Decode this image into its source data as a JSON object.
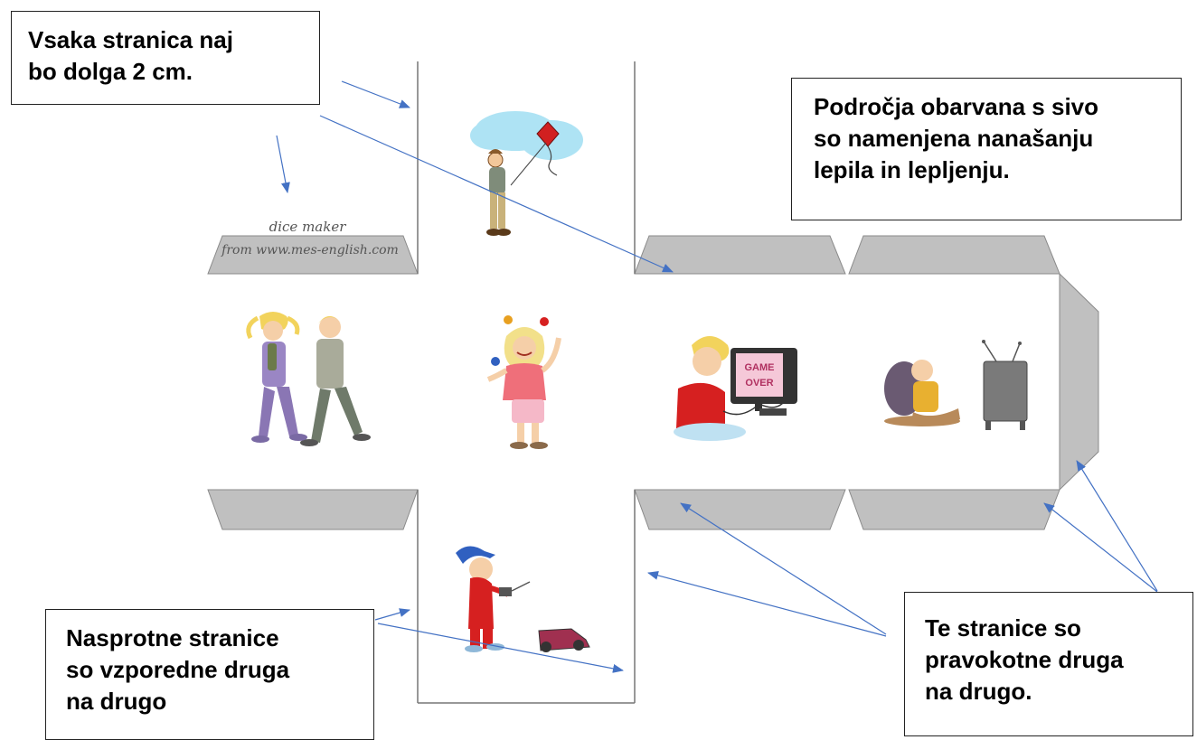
{
  "callouts": {
    "side_length": "Vsaka stranica naj\nbo dolga 2 cm.",
    "glue_areas": "Področja obarvana s sivo\nso namenjena nanašanju\nlepila in lepljenju.",
    "opposite_sides": "Nasprotne stranice\nso vzporedne druga\nna drugo",
    "perpendicular_sides": "Te stranice so\npravokotne druga\nna drugo."
  },
  "watermark": {
    "line1": "dice maker",
    "line2": "from www.mes-english.com"
  },
  "faces": [
    {
      "icon": "kite-flying-icon"
    },
    {
      "icon": "walking-kids-icon"
    },
    {
      "icon": "juggling-girl-icon"
    },
    {
      "icon": "video-game-boy-icon"
    },
    {
      "icon": "watching-tv-icon"
    },
    {
      "icon": "rc-car-boy-icon"
    }
  ],
  "colors": {
    "glue_tab": "#c0c0c0",
    "tab_outline": "#8a8a8a",
    "arrow": "#4472c4"
  }
}
